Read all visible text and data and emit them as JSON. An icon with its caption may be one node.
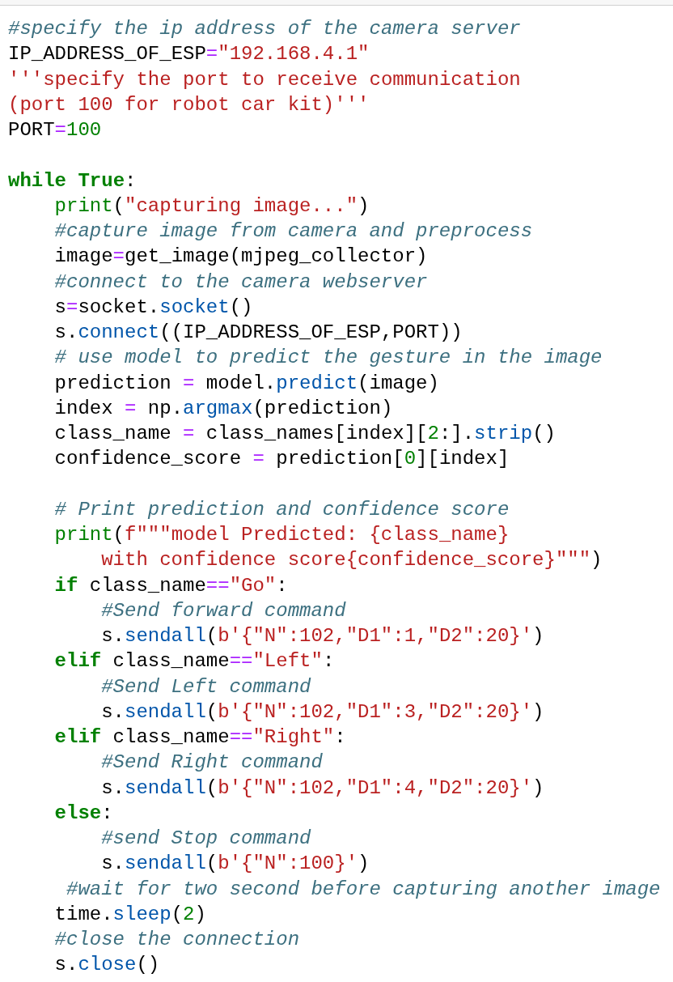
{
  "diagram": {
    "labels": [
      "#specify the ip address of the camera server",
      "IP_ADDRESS_OF_ESP=\"192.168.4.1\"",
      "'''specify the port to receive communication",
      "(port 100 for robot car kit)'''",
      "PORT=100",
      "while True:",
      "print(\"capturing image...\")",
      "#capture image from camera and preprocess",
      "image=get_image(mjpeg_collector)",
      "#connect to the camera webserver",
      "s=socket.socket()",
      "s.connect((IP_ADDRESS_OF_ESP,PORT))",
      "# use model to predict the gesture in the image",
      "prediction = model.predict(image)",
      "index = np.argmax(prediction)",
      "class_name = class_names[index][2:].strip()",
      "confidence_score = prediction[0][index]",
      "# Print prediction and confidence score",
      "print(f\"\"\"model Predicted: {class_name}",
      "with confidence score{confidence_score}\"\"\")",
      "if class_name==\"Go\":",
      "#Send forward command",
      "s.sendall(b'{\"N\":102,\"D1\":1,\"D2\":20}')",
      "elif class_name==\"Left\":",
      "#Send Left command",
      "s.sendall(b'{\"N\":102,\"D1\":3,\"D2\":20}')",
      "elif class_name==\"Right\":",
      "#Send Right command",
      "s.sendall(b'{\"N\":102,\"D1\":4,\"D2\":20}')",
      "else:",
      "#send Stop command",
      "s.sendall(b'{\"N\":100}')",
      "#wait for two second before capturing another image",
      "time.sleep(2)",
      "#close the connection",
      "s.close()"
    ]
  }
}
